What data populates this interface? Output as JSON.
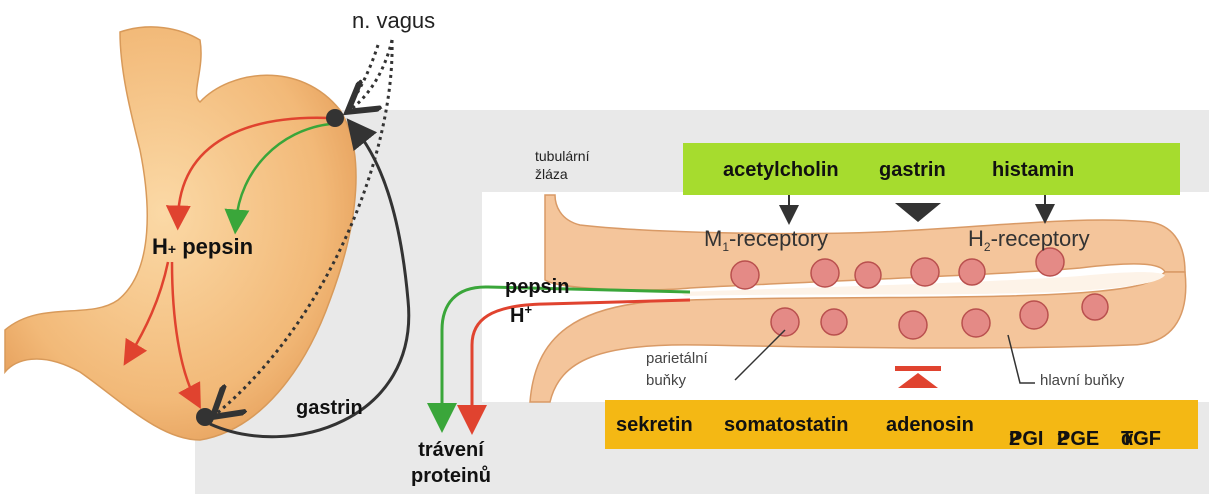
{
  "colors": {
    "stimulus_bar": "#a6dc2e",
    "inhibitor_bar": "#f4b814",
    "stomach": "#f2b978",
    "green_arrow": "#3aa63a",
    "red_arrow": "#e0432f",
    "pathway_arrow": "#333333"
  },
  "stomach": {
    "nerve": "n. vagus",
    "secretions_h": "H",
    "secretions_h_plus": "+",
    "secretions_pepsin": "pepsin",
    "gastrin": "gastrin"
  },
  "gland": {
    "title_line1": "tubulární",
    "title_line2": "žláza",
    "receptor_m1_prefix": "M",
    "receptor_m1_sub": "1",
    "receptor_m1_suffix": "-receptory",
    "receptor_h2_prefix": "H",
    "receptor_h2_sub": "2",
    "receptor_h2_suffix": "-receptory",
    "parietal_line1": "parietální",
    "parietal_line2": "buňky",
    "chief": "hlavní buňky",
    "output_pepsin": "pepsin",
    "output_h": "H",
    "output_h_plus": "+",
    "digestion_line1": "trávení",
    "digestion_line2": "proteinů"
  },
  "stimulators": [
    "acetylcholin",
    "gastrin",
    "histamin"
  ],
  "inhibitors": {
    "sekretin": "sekretin",
    "somatostatin": "somatostatin",
    "adenosin": "adenosin",
    "pgi_prefix": "PGI",
    "pgi_sub": "2",
    "pge_prefix": "PGE",
    "pge_sub": "2",
    "tgf_prefix": "TGF",
    "tgf_suffix": "α"
  }
}
